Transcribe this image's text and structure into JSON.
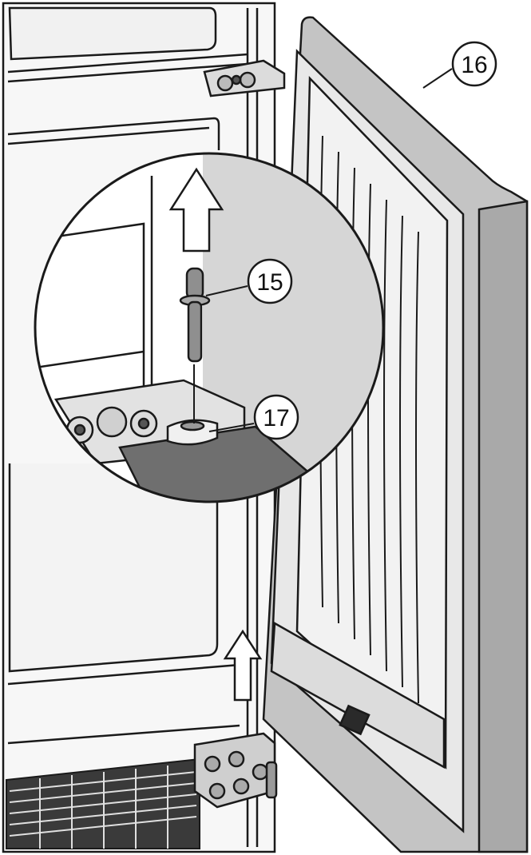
{
  "callouts": {
    "door": "16",
    "hinge_pin": "15",
    "washer": "17"
  },
  "colors": {
    "outline": "#1a1a1a",
    "cabinet_fill": "#f4f4f4",
    "door_frame": "#b8b8b8",
    "door_panel": "#ededed",
    "shadow": "#7a7a7a",
    "background": "#ffffff"
  }
}
